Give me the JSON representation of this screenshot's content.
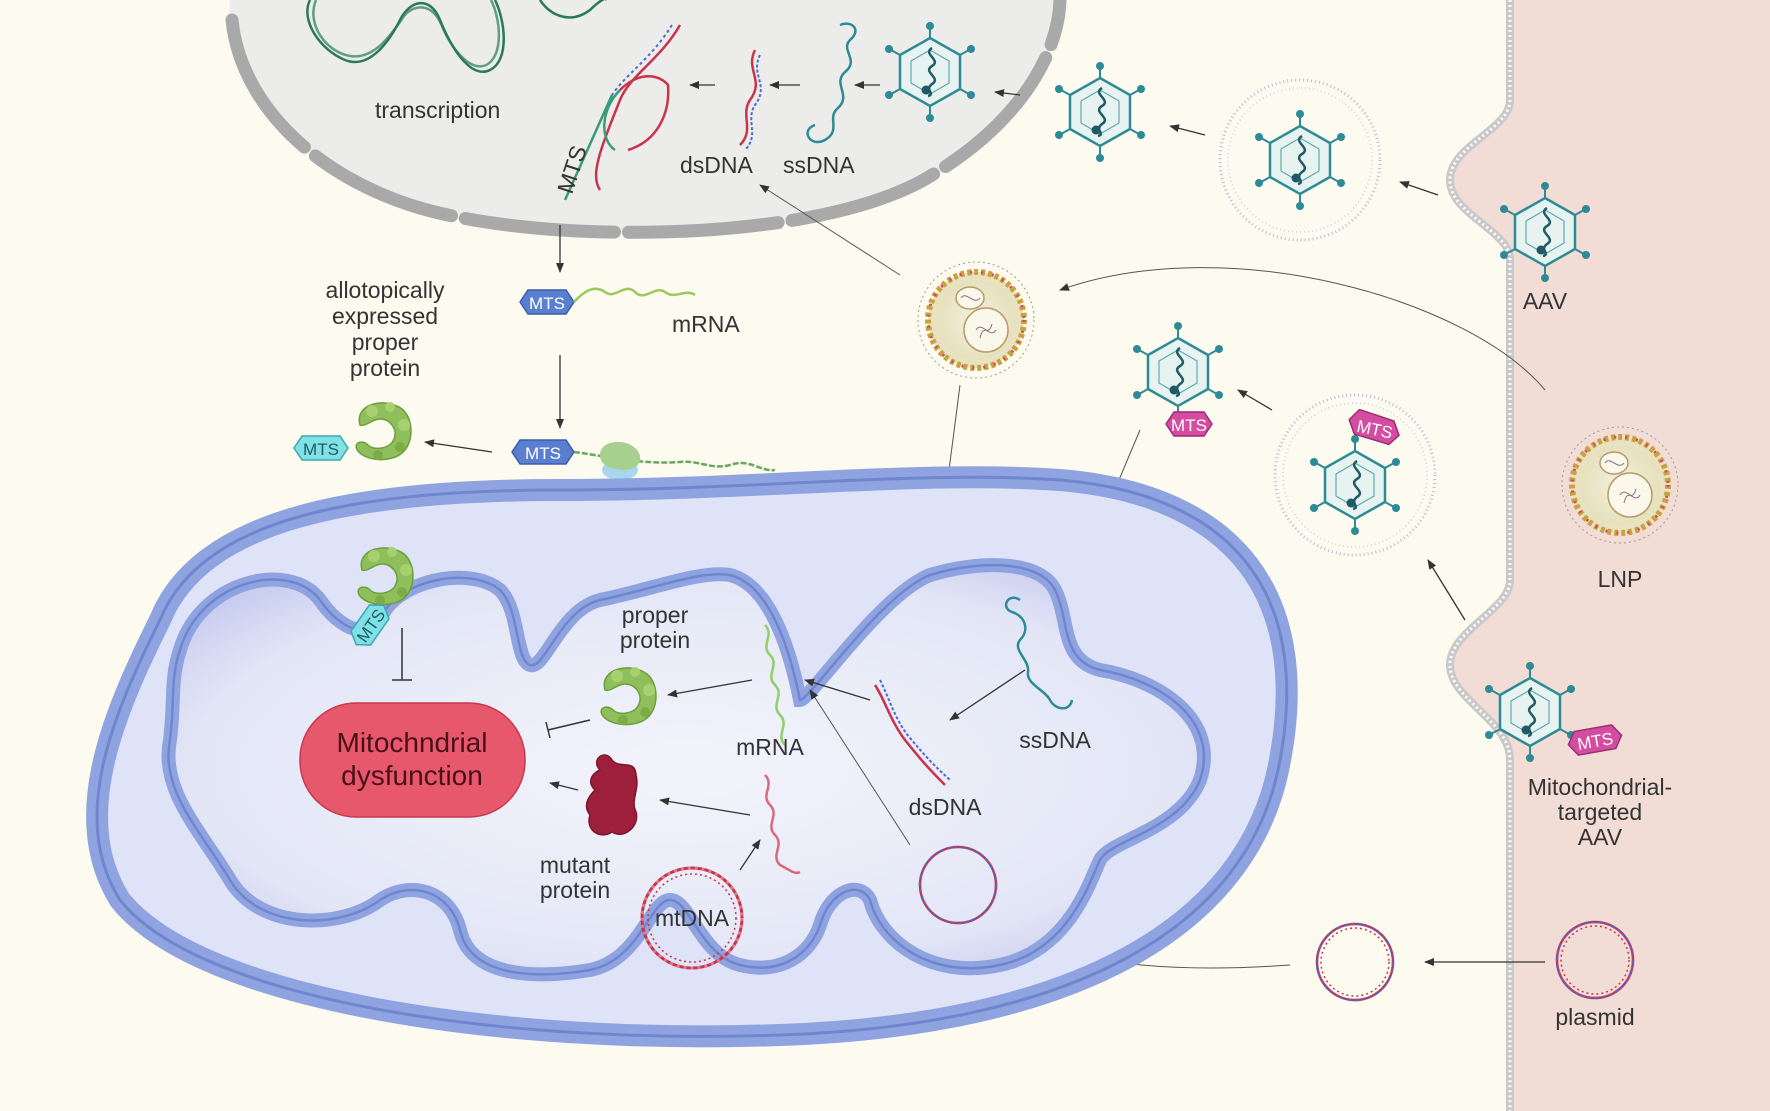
{
  "colors": {
    "background": "#fdfbef",
    "extracellular": "#f2dcd6",
    "nucleus": "#ececea",
    "nuclear_envelope": "#a9a9a9",
    "mito_outer": "#8ea3df",
    "mito_matrix": "#e8eaf6",
    "aav": "#2e8a94",
    "mts_blue": "#5a7fd1",
    "mts_cyan": "#7fe0e6",
    "mts_magenta": "#d44da0",
    "protein_green": "#8fbf5a",
    "mutant_protein": "#9e1f3c",
    "dysfunction": "#e8586c",
    "dna_red": "#c9334b",
    "dna_blue": "#4b6bd1"
  },
  "nucleus": {
    "transcription_label": "transcription",
    "dsDNA_label": "dsDNA",
    "ssDNA_label": "ssDNA",
    "mts_label": "MTS"
  },
  "cytoplasm": {
    "mrna_label": "mRNA",
    "mts_tag_1": "MTS",
    "mts_tag_2": "MTS",
    "mts_tag_3": "MTS",
    "allotopic_label": [
      "allotopically",
      "expressed",
      "proper",
      "protein"
    ],
    "targeted_aav_mts": "MTS",
    "vesicle_aav_mts": "MTS"
  },
  "mitochondrion": {
    "imported_mts": "MTS",
    "dysfunction_label": [
      "Mitochndrial",
      "dysfunction"
    ],
    "proper_protein_label": [
      "proper",
      "protein"
    ],
    "mutant_protein_label": [
      "mutant",
      "protein"
    ],
    "mrna_label": "mRNA",
    "dsDNA_label": "dsDNA",
    "ssDNA_label": "ssDNA",
    "mtdna_label": "mtDNA"
  },
  "extracellular": {
    "aav_label": "AAV",
    "lnp_label": "LNP",
    "mito_aav_label": [
      "Mitochondrial-",
      "targeted",
      "AAV"
    ],
    "mito_aav_mts": "MTS",
    "plasmid_label": "plasmid"
  },
  "icons": [
    "aav-capsid-icon",
    "lnp-icon",
    "plasmid-icon",
    "protein-icon",
    "dna-helix-icon",
    "mrna-icon",
    "mts-tag-icon",
    "endosome-icon"
  ]
}
